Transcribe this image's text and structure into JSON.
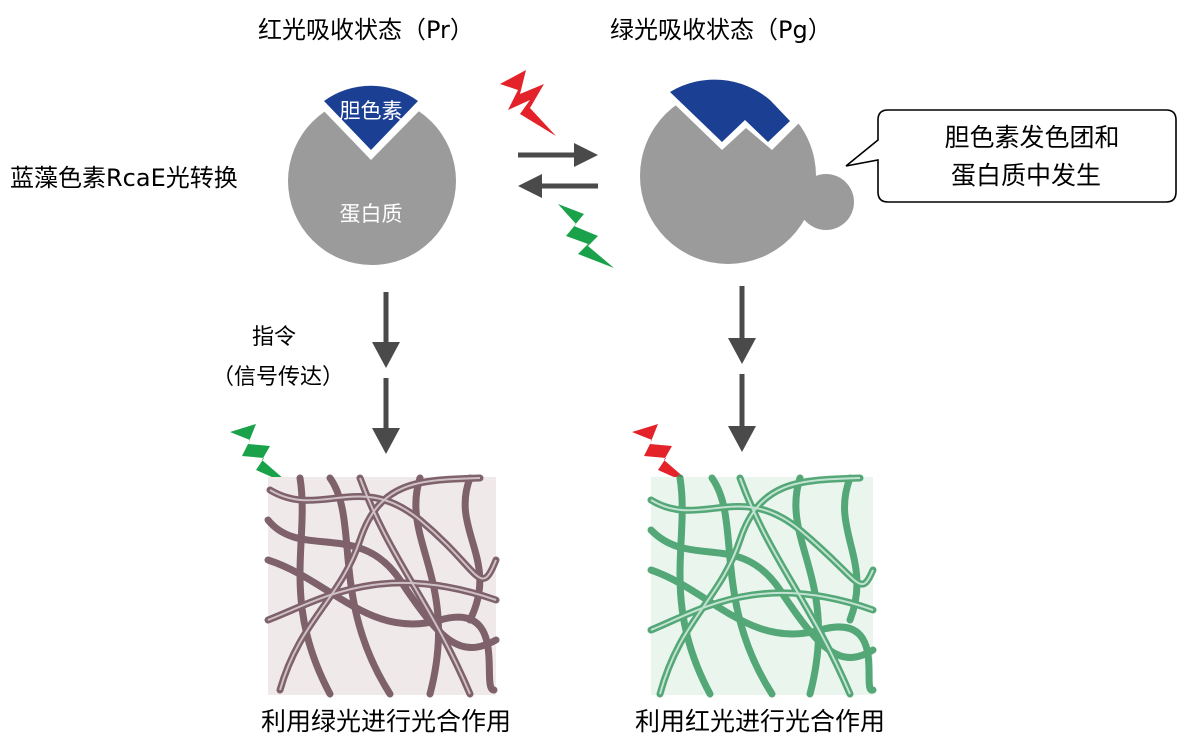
{
  "state_left": {
    "title": "红光吸收状态（Pr）",
    "chromophore": "胆色素",
    "protein": "蛋白质"
  },
  "state_right": {
    "title": "绿光吸收状态（Pg）"
  },
  "side_label": "蓝藻色素RcaE光转换",
  "callout": {
    "line1": "胆色素发色团和",
    "line2": "蛋白质中发生"
  },
  "signal_label": {
    "line1": "指令",
    "line2": "（信号传达）"
  },
  "bottom_left": "利用绿光进行光合作用",
  "bottom_right": "利用红光进行光合作用",
  "colors": {
    "protein_gray": "#9b9b9b",
    "chromophore_blue": "#1b3f93",
    "arrow_gray": "#4a4a4a",
    "red_light": "#e3222a",
    "green_light": "#19a24a",
    "left_micrograph_tint": "#6b4a55",
    "right_micrograph_tint": "#3a9a62"
  },
  "icons": [
    "red-lightning-icon",
    "green-lightning-icon"
  ]
}
